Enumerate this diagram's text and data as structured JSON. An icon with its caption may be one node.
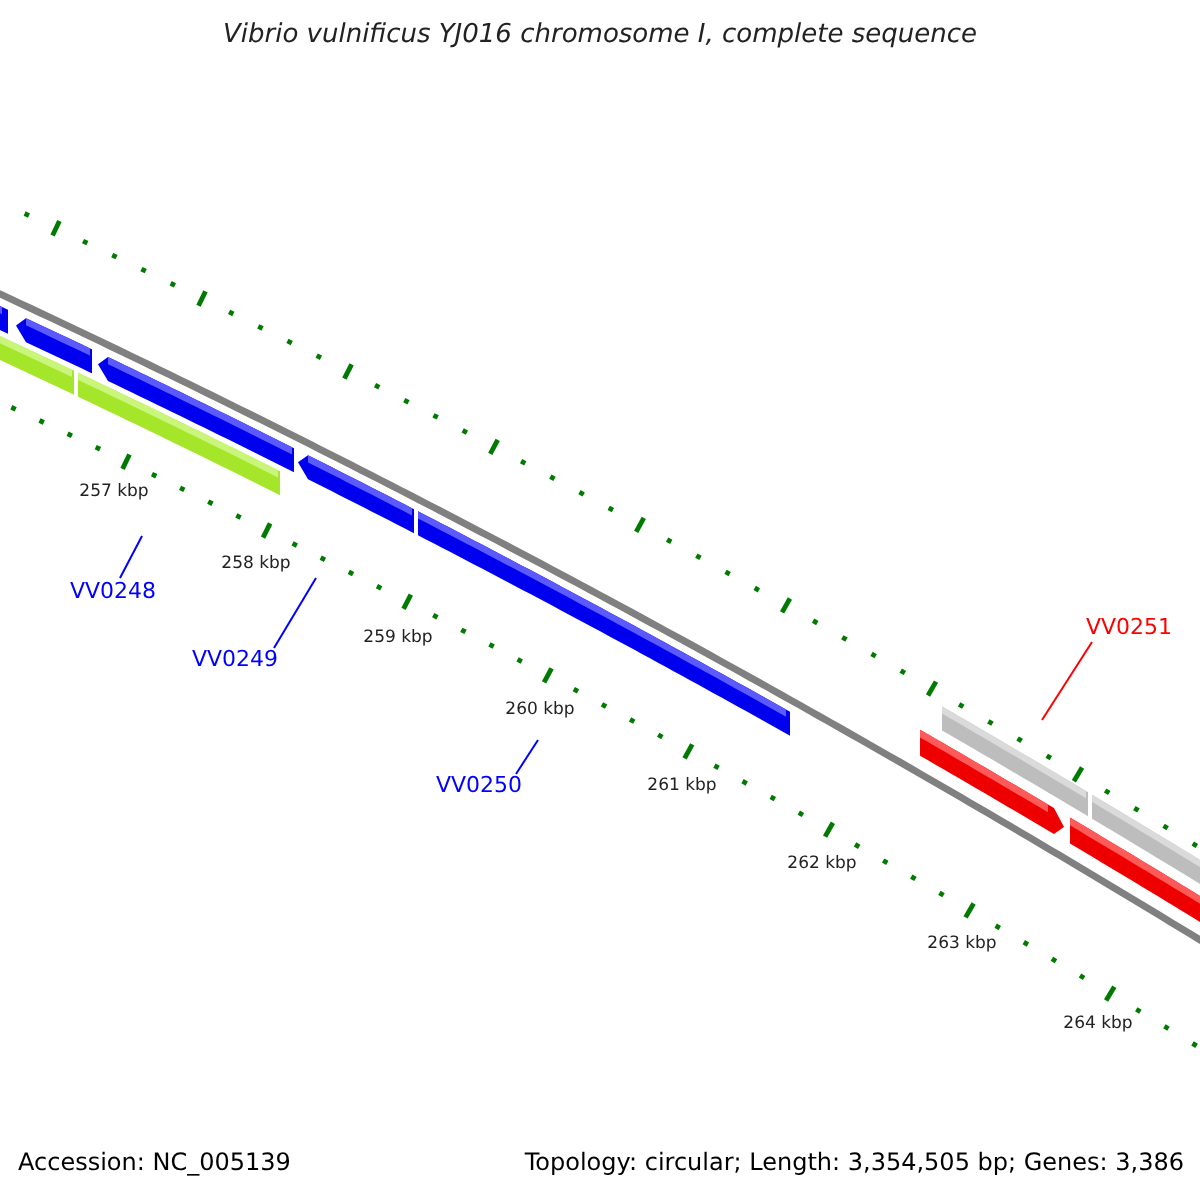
{
  "diagram": {
    "title": "Vibrio vulnificus YJ016 chromosome I, complete sequence",
    "nodes": [
      {
        "text": [
          "VV0248"
        ]
      },
      {
        "text": [
          "VV0249"
        ]
      },
      {
        "text": [
          "VV0250"
        ]
      },
      {
        "text": [
          "VV0251"
        ]
      }
    ],
    "edges": [
      {
        "from": 0,
        "to": null,
        "arrow": "none"
      },
      {
        "from": 1,
        "to": null,
        "arrow": "none"
      },
      {
        "from": 2,
        "to": null,
        "arrow": "none"
      },
      {
        "from": 3,
        "to": null,
        "arrow": "none",
        "color": "#ff0000"
      }
    ],
    "labels": [
      "257 kbp",
      "258 kbp",
      "259 kbp",
      "260 kbp",
      "261 kbp",
      "262 kbp",
      "263 kbp",
      "264 kbp",
      "Accession: NC_005139",
      "Topology: circular; Length: 3,354,505 bp; Genes: 3,386"
    ]
  }
}
